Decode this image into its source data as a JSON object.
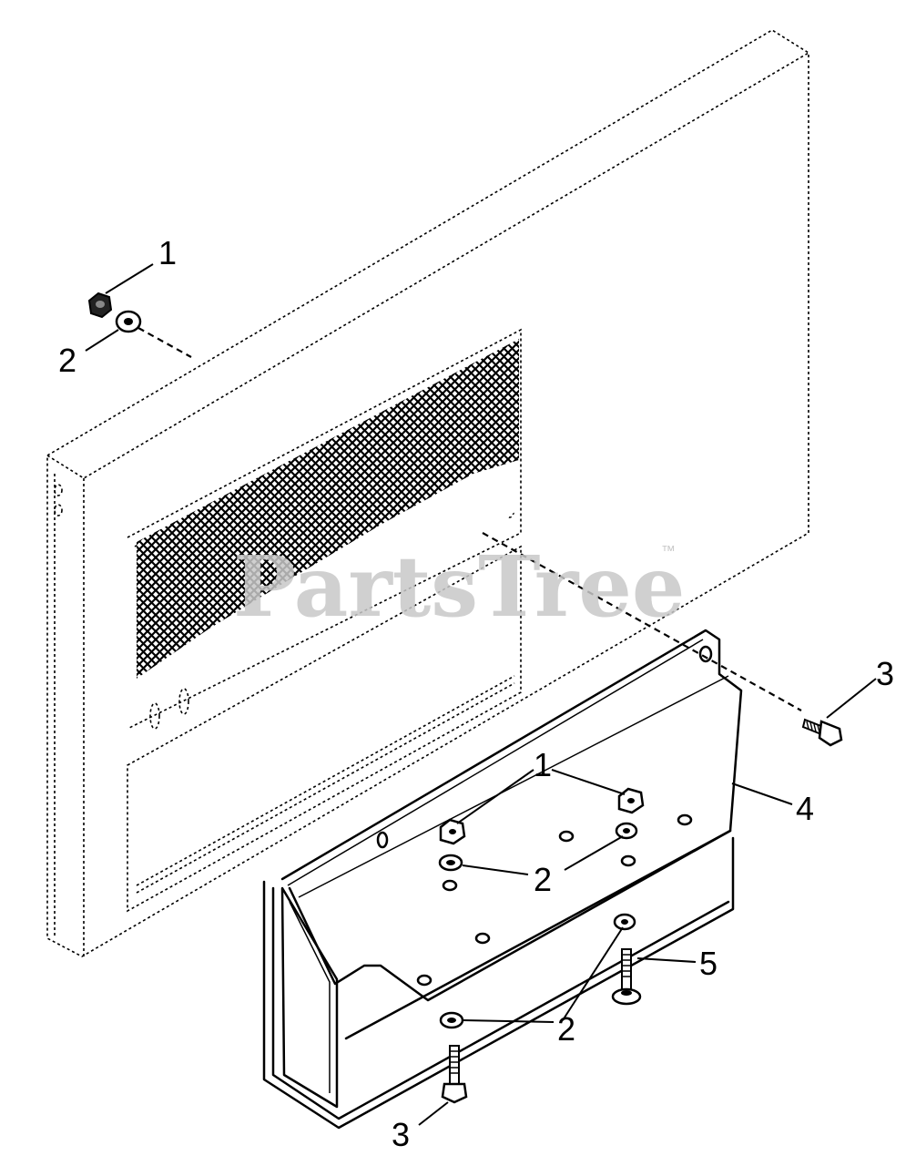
{
  "diagram": {
    "callouts": [
      "1",
      "2",
      "3",
      "1",
      "2",
      "2",
      "3",
      "4",
      "5"
    ],
    "watermark": {
      "text": "PartsTree",
      "mark": "™"
    }
  }
}
